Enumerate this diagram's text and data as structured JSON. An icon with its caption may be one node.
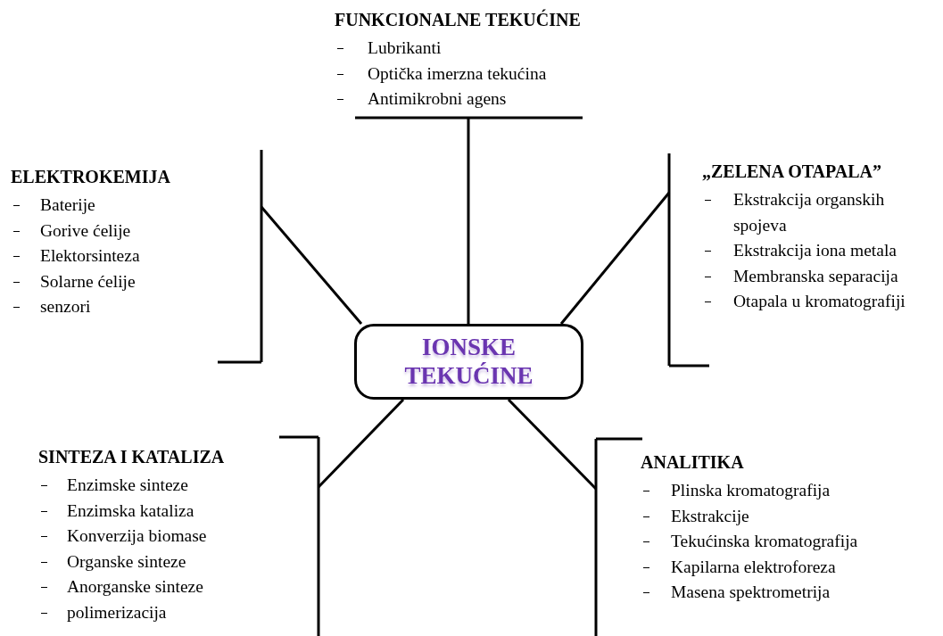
{
  "diagram": {
    "nodes": [
      {
        "text": [
          "IONSKE TEKUĆINE"
        ]
      },
      {
        "text": [
          "FUNKCIONALNE TEKUĆINE",
          "Lubrikanti",
          "Optička imerzna tekućina",
          "Antimikrobni agens"
        ]
      },
      {
        "text": [
          "ELEKTROKEMIJA",
          "Baterije",
          "Gorive ćelije",
          "Elektorsinteza",
          "Solarne ćelije",
          "senzori"
        ]
      },
      {
        "text": [
          "„ZELENA OTAPALA”",
          "Ekstrakcija organskih spojeva",
          "Ekstrakcija iona metala",
          "Membranska separacija",
          "Otapala u kromatografiji"
        ]
      },
      {
        "text": [
          "SINTEZA I KATALIZA",
          "Enzimske sinteze",
          "Enzimska kataliza",
          "Konverzija biomase",
          "Organske sinteze",
          "Anorganske sinteze",
          "polimerizacija"
        ]
      },
      {
        "text": [
          "ANALITIKA",
          "Plinska kromatografija",
          "Ekstrakcije",
          "Tekućinska kromatografija",
          "Kapilarna elektroforeza",
          "Masena spektrometrija"
        ]
      }
    ],
    "edges": [
      {
        "from": 0,
        "to": 1,
        "arrow": "none"
      },
      {
        "from": 0,
        "to": 2,
        "arrow": "none"
      },
      {
        "from": 0,
        "to": 3,
        "arrow": "none"
      },
      {
        "from": 0,
        "to": 4,
        "arrow": "none"
      },
      {
        "from": 0,
        "to": 5,
        "arrow": "none"
      }
    ]
  }
}
